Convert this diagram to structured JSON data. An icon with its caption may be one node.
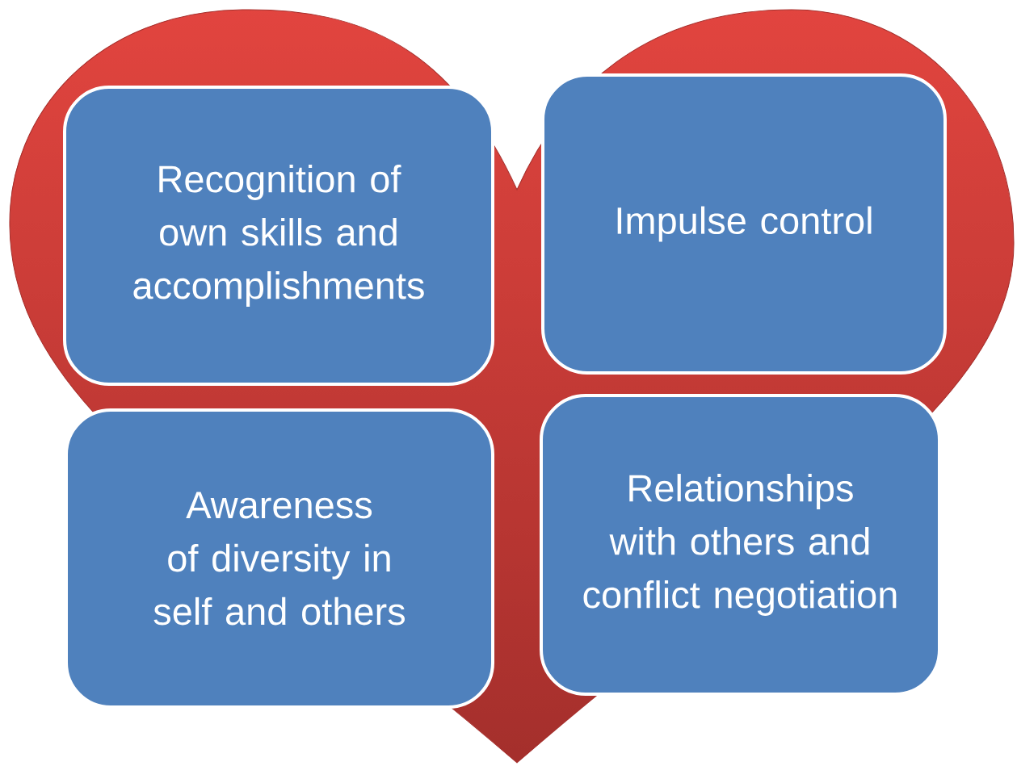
{
  "diagram": {
    "nodes": [
      {
        "text": [
          "Recognition of own skills and accomplishments"
        ]
      },
      {
        "text": [
          "Impulse control"
        ]
      },
      {
        "text": [
          "Awareness of diversity in self and others"
        ]
      },
      {
        "text": [
          "Relationships with others and conflict negotiation"
        ]
      }
    ]
  }
}
